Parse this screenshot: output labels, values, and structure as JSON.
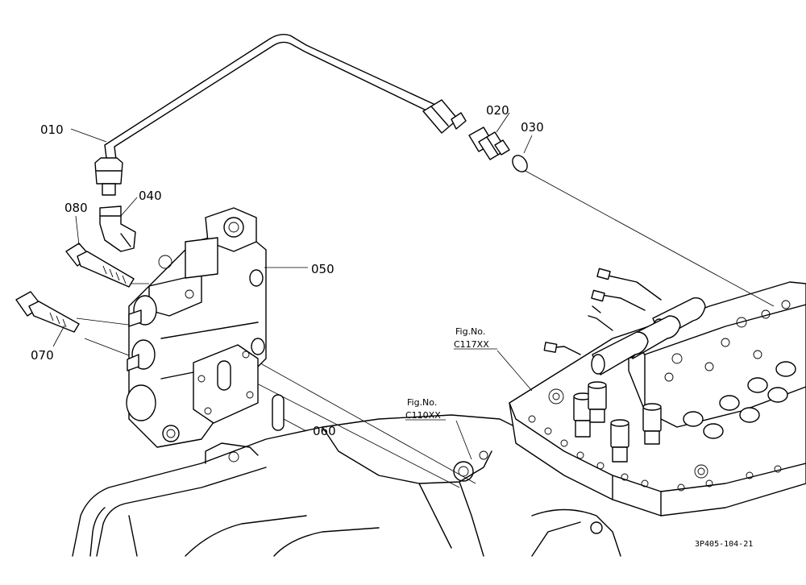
{
  "callouts": {
    "c010": "010",
    "c020": "020",
    "c030": "030",
    "c040": "040",
    "c050": "050",
    "c060": "060",
    "c070": "070",
    "c080": "080"
  },
  "figure_refs": {
    "fig1_line1": "Fig.No.",
    "fig1_line2": "C117XX",
    "fig2_line1": "Fig.No.",
    "fig2_line2": "C110XX"
  },
  "drawing_code": "3P405-104-21"
}
